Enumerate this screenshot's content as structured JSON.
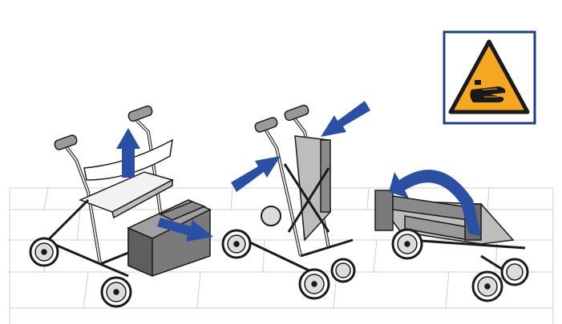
{
  "colors": {
    "arrow_blue": "#2a4fa3",
    "warning_yellow": "#f5a623",
    "frame_blue": "#1f3c88",
    "floor_line": "#c8c8c8",
    "metal": "#d9d9d9",
    "dark_metal": "#6b6b6b",
    "outline": "#1a1a1a"
  },
  "steps": [
    {
      "id": "step-1",
      "icons": [
        "lift-seat-arrow",
        "remove-bag-arrow"
      ]
    },
    {
      "id": "step-2",
      "icons": [
        "push-left-arrow",
        "push-right-arrow"
      ]
    },
    {
      "id": "step-3",
      "icons": [
        "fold-curved-arrow"
      ]
    }
  ],
  "warning": {
    "icon": "hand-crush-warning-icon"
  }
}
